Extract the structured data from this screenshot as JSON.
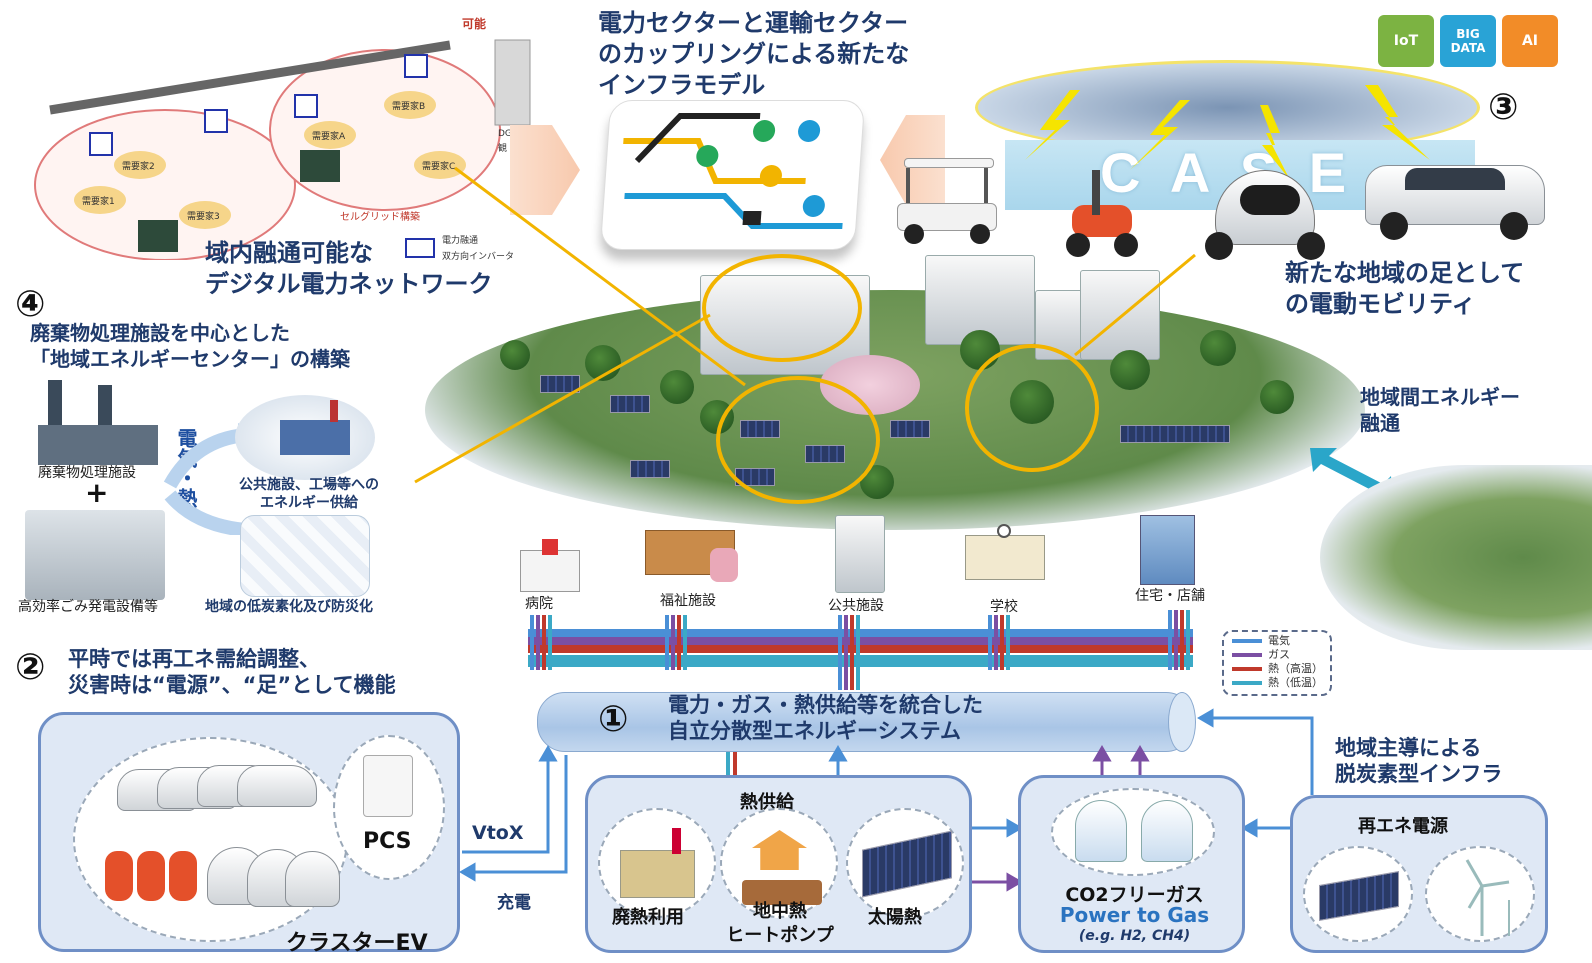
{
  "colors": {
    "electricity": "#4a8fd6",
    "gas": "#7b4fa3",
    "heat_high": "#c0392b",
    "heat_low": "#3ba9c6",
    "accent_yellow": "#f2b400",
    "box_border": "#6f8fc6",
    "arrow_teal": "#2aa6c9"
  },
  "icons": {
    "iot": "iot-icon",
    "big_data": "big-data-icon",
    "ai": "ai-icon"
  },
  "top_center": {
    "title_line1": "電力セクターと運輸セクター",
    "title_line2": "のカップリングによる新たな",
    "title_line3": "インフラモデル"
  },
  "top_left": {
    "label_kanou": "可能",
    "label_selfgrid": "セルグリッド構築",
    "label_dgr": "DGRの外観",
    "caption_line1": "域内融通可能な",
    "caption_line2": "デジタル電力ネットワーク",
    "legend_power": "電力融通",
    "legend_inverter": "双方向インバータ",
    "houses": [
      "需要家1",
      "需要家2",
      "需要家3",
      "需要家A",
      "需要家B",
      "需要家C"
    ]
  },
  "badges": {
    "iot": "IoT",
    "big_data": "BIG DATA",
    "ai": "AI"
  },
  "section3": {
    "number": "③",
    "case_text": "C A S E",
    "caption_line1": "新たな地域の足として",
    "caption_line2": "の電動モビリティ"
  },
  "section4": {
    "number": "④",
    "title_line1": "廃棄物処理施設を中心とした",
    "title_line2": "「地域エネルギーセンター」の構築",
    "waste_facility": "廃棄物処理施設",
    "plus": "+",
    "power_plant": "高効率ごみ発電設備等",
    "vertical_label": "電気・熱",
    "supply_line1": "公共施設、工場等への",
    "supply_line2": "エネルギー供給",
    "disaster": "地域の低炭素化及び防災化"
  },
  "inter_region": {
    "line1": "地域間エネルギー",
    "line2": "融通"
  },
  "facilities": [
    "病院",
    "福祉施設",
    "公共施設",
    "学校",
    "住宅・店舗"
  ],
  "legend": {
    "items": [
      "電気",
      "ガス",
      "熱（高温）",
      "熱（低温）"
    ]
  },
  "section2": {
    "number": "②",
    "title_line1": "平時では再工ネ需給調整、",
    "title_line2": "災害時は“電源”、“足”として機能",
    "pcs": "PCS",
    "cluster_ev": "クラスターEV",
    "vtox": "VtoX",
    "charge": "充電"
  },
  "section1": {
    "number": "①",
    "line1": "電力・ガス・熱供給等を統合した",
    "line2": "自立分散型エネルギーシステム"
  },
  "heat_supply": {
    "title": "熱供給",
    "items": [
      "廃熱利用",
      "地中熱\nヒートポンプ",
      "太陽熱"
    ]
  },
  "power_to_gas": {
    "line1": "CO2フリーガス",
    "line2": "Power to Gas",
    "line3": "(e.g. H2, CH4)"
  },
  "renewable": {
    "title": "再エネ電源",
    "caption_line1": "地域主導による",
    "caption_line2": "脱炭素型インフラ"
  }
}
